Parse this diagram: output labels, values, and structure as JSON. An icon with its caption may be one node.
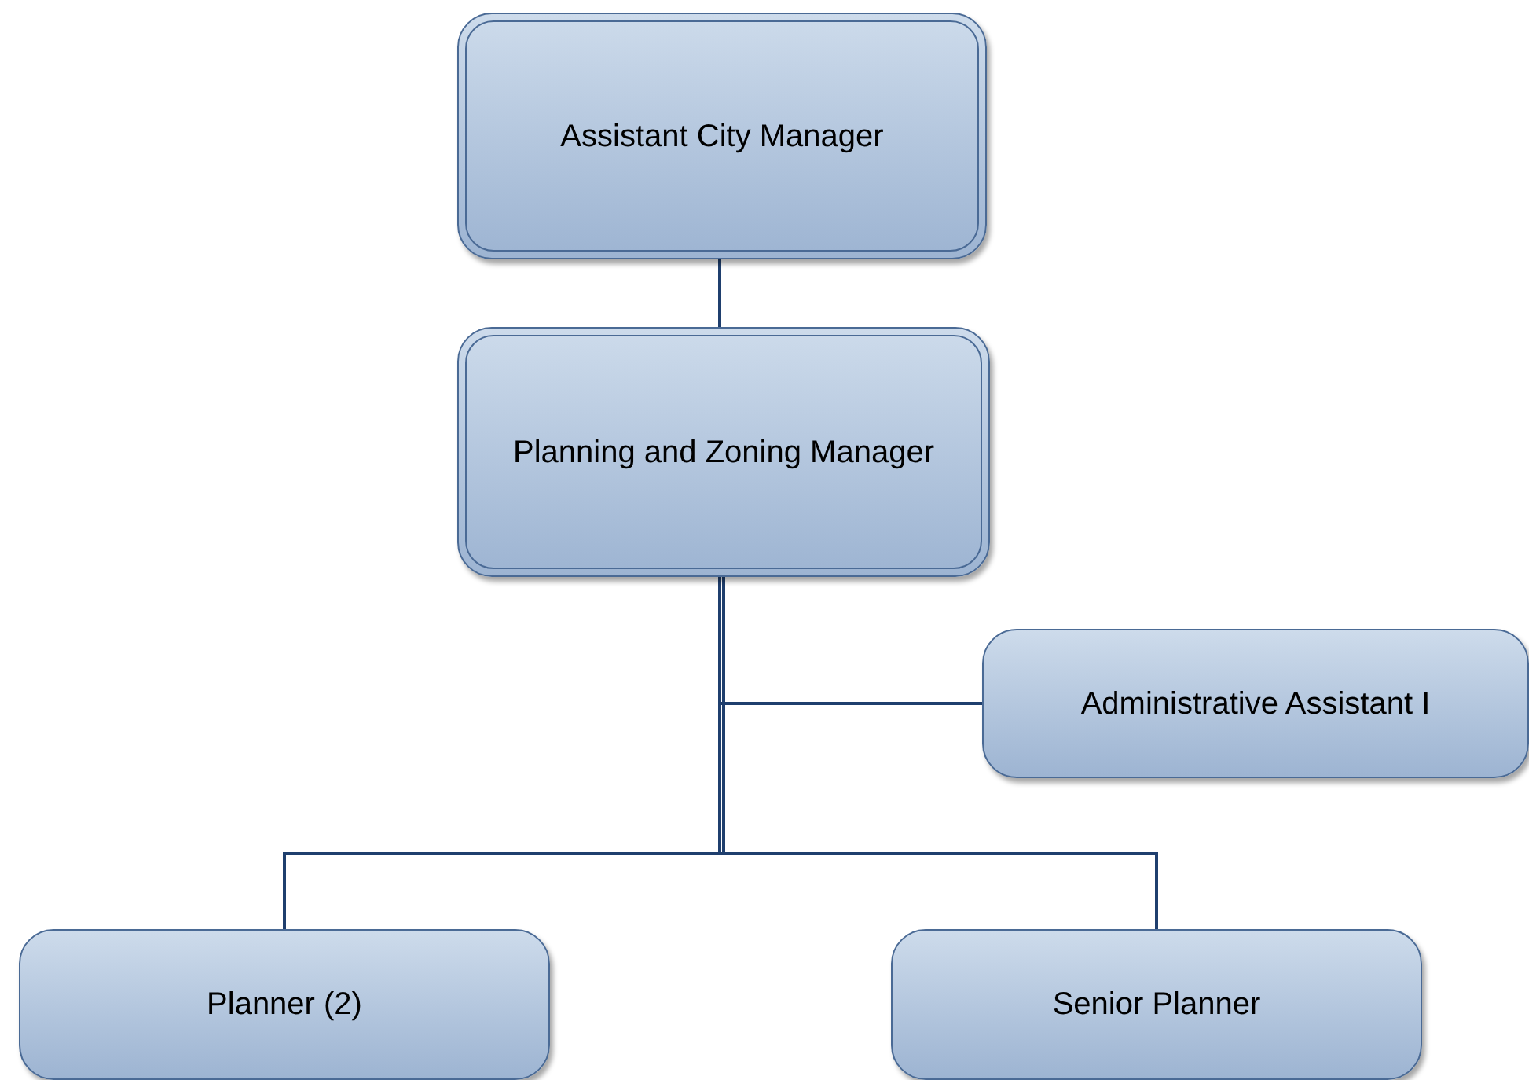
{
  "diagram": {
    "nodes": [
      {
        "text": [
          "Assistant City Manager"
        ]
      },
      {
        "text": [
          "Planning and Zoning Manager"
        ]
      },
      {
        "text": [
          "Administrative Assistant I"
        ]
      },
      {
        "text": [
          "Planner (2)"
        ]
      },
      {
        "text": [
          "Senior Planner"
        ]
      }
    ],
    "edges": [
      {
        "from": 0,
        "to": 1,
        "arrow": "none"
      },
      {
        "from": 1,
        "to": 2,
        "arrow": "none"
      },
      {
        "from": 1,
        "to": 3,
        "arrow": "none"
      },
      {
        "from": 1,
        "to": 4,
        "arrow": "none"
      }
    ]
  }
}
